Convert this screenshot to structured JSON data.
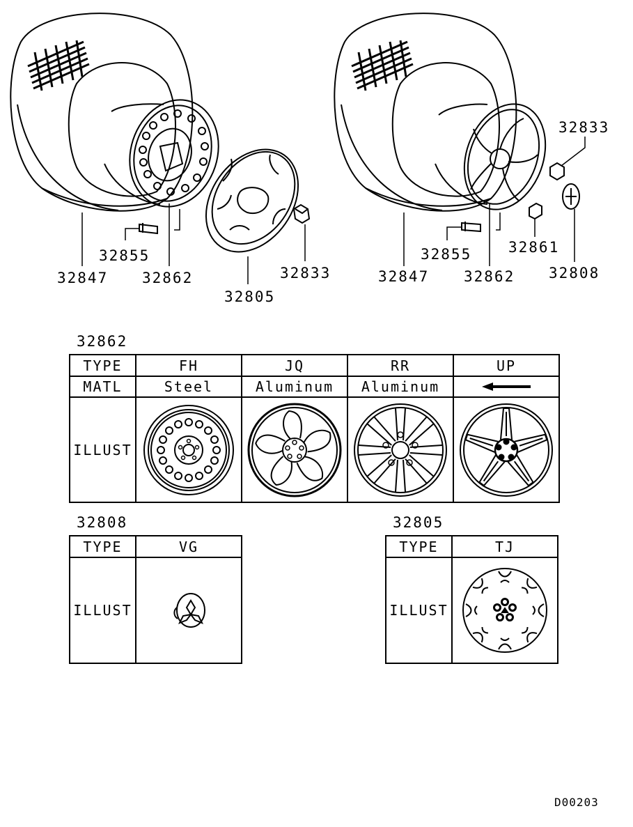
{
  "labels": {
    "left_tire": "32847",
    "left_valve": "32855",
    "left_wheel": "32862",
    "left_cover": "32805",
    "left_nut": "32833",
    "right_tire": "32847",
    "right_valve": "32855",
    "right_wheel": "32862",
    "right_weight": "32861",
    "right_nut": "32833",
    "right_cap": "32808"
  },
  "table_32862": {
    "title": "32862",
    "row_type": "TYPE",
    "row_matl": "MATL",
    "row_illust": "ILLUST",
    "columns": [
      {
        "type": "FH",
        "matl": "Steel",
        "illust": "steel-wheel-icon"
      },
      {
        "type": "JQ",
        "matl": "Aluminum",
        "illust": "alloy-wheel-5-spoke-icon"
      },
      {
        "type": "RR",
        "matl": "Aluminum",
        "illust": "alloy-wheel-8-spoke-icon"
      },
      {
        "type": "UP",
        "matl": "",
        "illust": "alloy-wheel-star-icon",
        "matl_icon": "left-arrow-icon"
      }
    ]
  },
  "table_32808": {
    "title": "32808",
    "row_type": "TYPE",
    "row_illust": "ILLUST",
    "columns": [
      {
        "type": "VG",
        "illust": "center-cap-icon"
      }
    ]
  },
  "table_32805": {
    "title": "32805",
    "row_type": "TYPE",
    "row_illust": "ILLUST",
    "columns": [
      {
        "type": "TJ",
        "illust": "wheel-cover-icon"
      }
    ]
  },
  "doc_id": "D00203"
}
